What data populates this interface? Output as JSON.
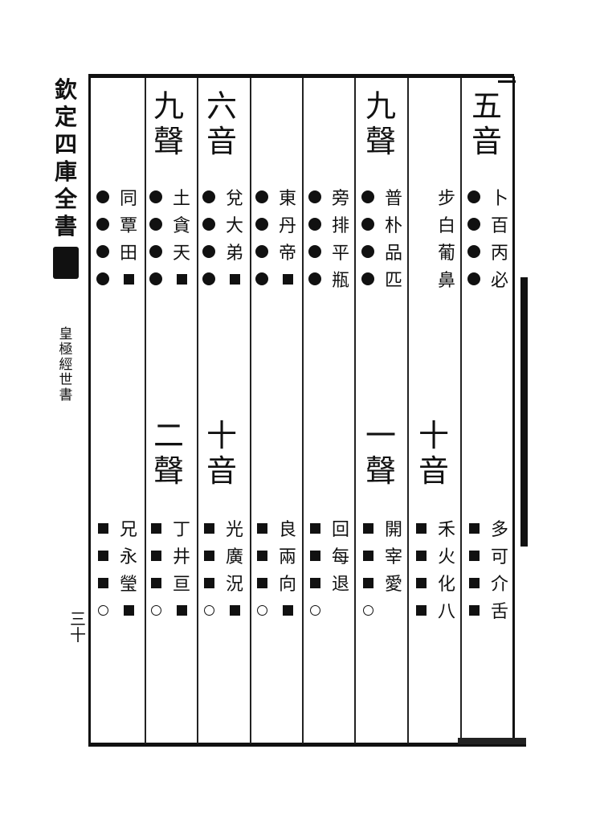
{
  "margin": {
    "title": "欽定四庫全書",
    "book": "皇極經世書",
    "page": "三十"
  },
  "columns": [
    {
      "top_heading": [
        "五",
        "音"
      ],
      "top_cells": [
        [
          "●",
          "卜"
        ],
        [
          "●",
          "百"
        ],
        [
          "●",
          "丙"
        ],
        [
          "●",
          "必"
        ]
      ],
      "bottom_heading": [],
      "bottom_cells": [
        [
          "■",
          "多"
        ],
        [
          "■",
          "可"
        ],
        [
          "■",
          "介"
        ],
        [
          "■",
          "舌"
        ]
      ]
    },
    {
      "top_heading": [],
      "top_cells": [
        [
          "",
          "步"
        ],
        [
          "",
          "白"
        ],
        [
          "",
          "葡"
        ],
        [
          "",
          "鼻"
        ]
      ],
      "bottom_heading": [
        "十",
        "音"
      ],
      "bottom_cells": [
        [
          "■",
          "禾"
        ],
        [
          "■",
          "火"
        ],
        [
          "■",
          "化"
        ],
        [
          "■",
          "八"
        ]
      ]
    },
    {
      "top_heading": [
        "九",
        "聲"
      ],
      "top_cells": [
        [
          "●",
          "普"
        ],
        [
          "●",
          "朴"
        ],
        [
          "●",
          "品"
        ],
        [
          "●",
          "匹"
        ]
      ],
      "bottom_heading": [
        "一",
        "聲"
      ],
      "bottom_cells": [
        [
          "■",
          "開"
        ],
        [
          "■",
          "宰"
        ],
        [
          "■",
          "愛"
        ],
        [
          "○",
          ""
        ]
      ]
    },
    {
      "top_heading": [],
      "top_cells": [
        [
          "●",
          "旁"
        ],
        [
          "●",
          "排"
        ],
        [
          "●",
          "平"
        ],
        [
          "●",
          "瓶"
        ]
      ],
      "bottom_heading": [],
      "bottom_cells": [
        [
          "■",
          "回"
        ],
        [
          "■",
          "每"
        ],
        [
          "■",
          "退"
        ],
        [
          "○",
          ""
        ]
      ]
    },
    {
      "top_heading": [],
      "top_cells": [
        [
          "●",
          "東"
        ],
        [
          "●",
          "丹"
        ],
        [
          "●",
          "帝"
        ],
        [
          "●",
          "■"
        ]
      ],
      "bottom_heading": [],
      "bottom_cells": [
        [
          "■",
          "良"
        ],
        [
          "■",
          "兩"
        ],
        [
          "■",
          "向"
        ],
        [
          "○",
          "■"
        ]
      ]
    },
    {
      "top_heading": [
        "六",
        "音"
      ],
      "top_cells": [
        [
          "●",
          "兌"
        ],
        [
          "●",
          "大"
        ],
        [
          "●",
          "弟"
        ],
        [
          "●",
          "■"
        ]
      ],
      "bottom_heading": [
        "十",
        "音"
      ],
      "bottom_cells": [
        [
          "■",
          "光"
        ],
        [
          "■",
          "廣"
        ],
        [
          "■",
          "況"
        ],
        [
          "○",
          "■"
        ]
      ]
    },
    {
      "top_heading": [
        "九",
        "聲"
      ],
      "top_cells": [
        [
          "●",
          "土"
        ],
        [
          "●",
          "貪"
        ],
        [
          "●",
          "天"
        ],
        [
          "●",
          "■"
        ]
      ],
      "bottom_heading": [
        "二",
        "聲"
      ],
      "bottom_cells": [
        [
          "■",
          "丁"
        ],
        [
          "■",
          "井"
        ],
        [
          "■",
          "亘"
        ],
        [
          "○",
          "■"
        ]
      ]
    },
    {
      "top_heading": [],
      "top_cells": [
        [
          "●",
          "同"
        ],
        [
          "●",
          "覃"
        ],
        [
          "●",
          "田"
        ],
        [
          "●",
          "■"
        ]
      ],
      "bottom_heading": [],
      "bottom_cells": [
        [
          "■",
          "兄"
        ],
        [
          "■",
          "永"
        ],
        [
          "■",
          "瑩"
        ],
        [
          "○",
          "■"
        ]
      ]
    }
  ]
}
